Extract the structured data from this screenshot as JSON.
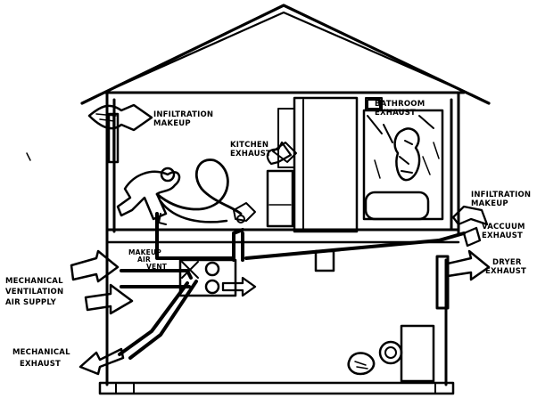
{
  "labels": {
    "infiltration_makeup_top": [
      "INFILTRATION",
      "MAKEUP"
    ],
    "kitchen_exhaust": [
      "KITCHEN",
      "EXHAUST"
    ],
    "bathroom_exhaust": [
      "BATHROOM",
      "EXHAUST"
    ],
    "infiltration_makeup_right": [
      "INFILTRATION",
      "MAKEUP"
    ],
    "vaccuum_exhaust": [
      "VACCUUM",
      "EXHAUST"
    ],
    "dryer_exhaust": [
      "DRYER",
      "EXHAUST"
    ],
    "mechanical_ventilation": [
      "MECHANICAL",
      "VENTILATION",
      "AIR SUPPLY"
    ],
    "makeup_air_vent": [
      "MAKEUP",
      "AIR",
      "VENT"
    ],
    "mechanical_exhaust": [
      "MECHANICAL",
      "EXHAUST"
    ]
  }
}
